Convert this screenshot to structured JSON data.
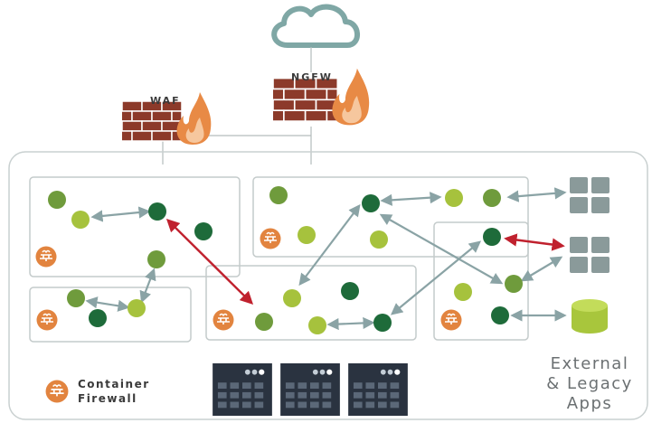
{
  "labels": {
    "waf": "WAF",
    "ngfw": "NGFW",
    "legend_line1": "Container",
    "legend_line2": "Firewall",
    "external_line1": "External",
    "external_line2": "& Legacy",
    "external_line3": "Apps"
  },
  "colors": {
    "cloud_stroke": "#7fa7a5",
    "dark_green": "#1e6b3a",
    "mid_green": "#6f9b3c",
    "light_green": "#a6c23d",
    "gray_arrow": "#8aa3a5",
    "red_arrow": "#c0212e",
    "brick": "#8c3a2a",
    "flame": "#e88a45",
    "app_tile": "#8a9a9a",
    "db_fill": "#a8c63c",
    "server_fill": "#2a3340"
  },
  "icons": {
    "cloud": "cloud-icon",
    "firewall": "brick-wall-flame-icon",
    "container_firewall": "container-firewall-icon",
    "app": "app-grid-icon",
    "database": "database-icon",
    "server": "server-rack-icon"
  }
}
